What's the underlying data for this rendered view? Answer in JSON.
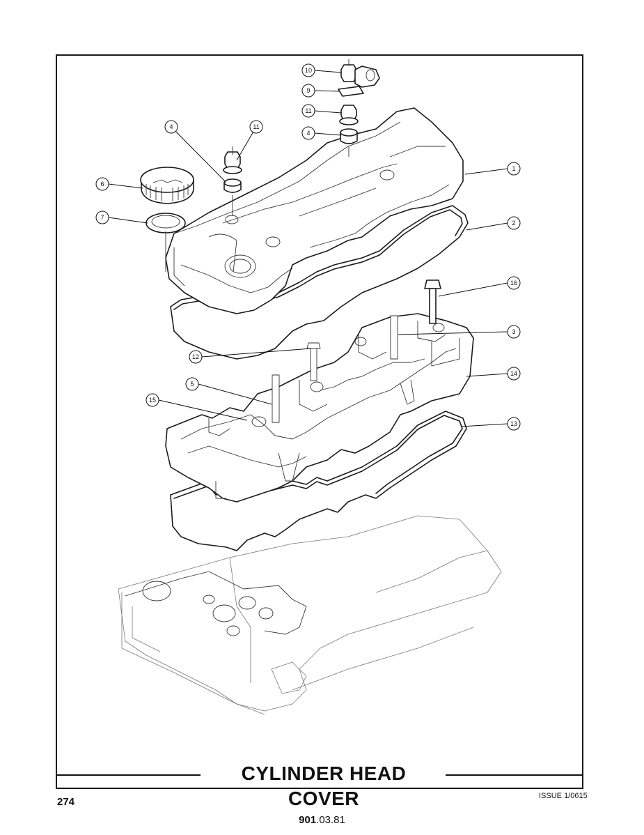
{
  "title": "CYLINDER HEAD COVER",
  "page_number": "274",
  "issue": "ISSUE 1/0615",
  "doc_code_bold": "901",
  "doc_code_rest": ".03.81",
  "callouts": [
    "1",
    "2",
    "3",
    "4",
    "4",
    "5",
    "6",
    "7",
    "9",
    "10",
    "11",
    "11",
    "12",
    "13",
    "14",
    "15",
    "16"
  ]
}
